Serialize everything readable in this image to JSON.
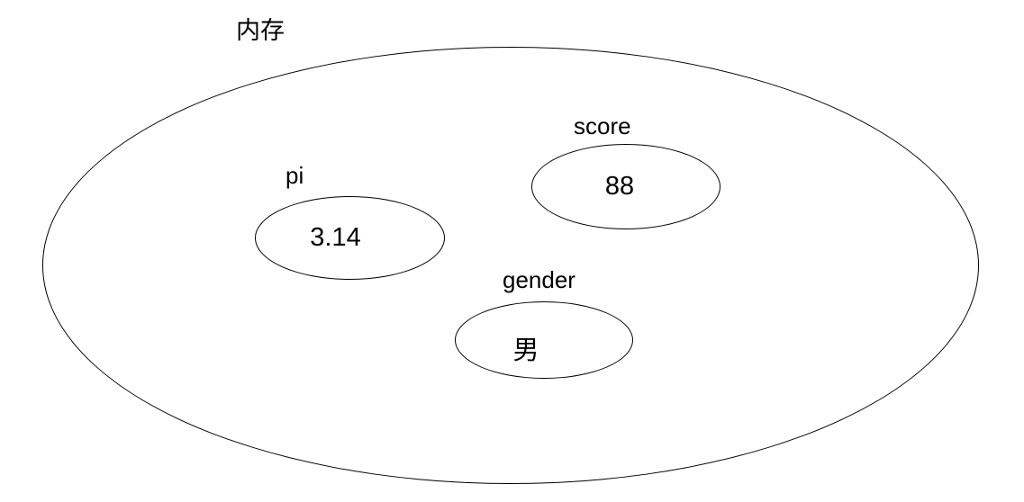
{
  "diagram": {
    "title": "内存",
    "variables": [
      {
        "name": "pi",
        "value": "3.14"
      },
      {
        "name": "score",
        "value": "88"
      },
      {
        "name": "gender",
        "value": "男"
      }
    ]
  }
}
